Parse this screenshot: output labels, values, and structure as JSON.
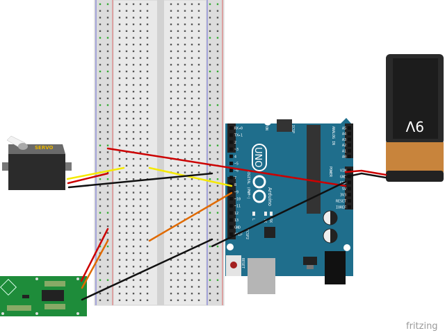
{
  "servo": {
    "label": "SERVO"
  },
  "battery": {
    "label": "9V"
  },
  "arduino": {
    "model": "UNO",
    "brand": "Arduino",
    "on_label": "ON",
    "icsp_label": "ICSP",
    "icsp2_label": "ICSP2",
    "reset_label": "RESET",
    "digital_label": "DIGITAL (PWM~)",
    "power_label": "POWER",
    "analog_label": "ANALOG IN",
    "led_labels": [
      "L",
      "TX",
      "RX"
    ],
    "digital_pins": [
      "RX◂0",
      "TX▸1",
      "2",
      "~3",
      "4",
      "~5",
      "~6",
      "7",
      "8",
      "~9",
      "~10",
      "~11",
      "12",
      "13",
      "GND",
      "AREF"
    ],
    "power_pins": [
      "VIN",
      "GND",
      "GND",
      "5V",
      "3V3",
      "RESET",
      "IOREF"
    ],
    "analog_pins": [
      "A5",
      "A4",
      "A3",
      "A2",
      "A1",
      "A0"
    ]
  },
  "watermark": "fritzing",
  "colors": {
    "board": "#1f6e8c",
    "breadboard": "#e6e6e6",
    "sensor_pcb": "#1e8c3a",
    "wire_red": "#cc0000",
    "wire_black": "#111111",
    "wire_yellow": "#f5e900",
    "wire_orange": "#e06a00"
  }
}
